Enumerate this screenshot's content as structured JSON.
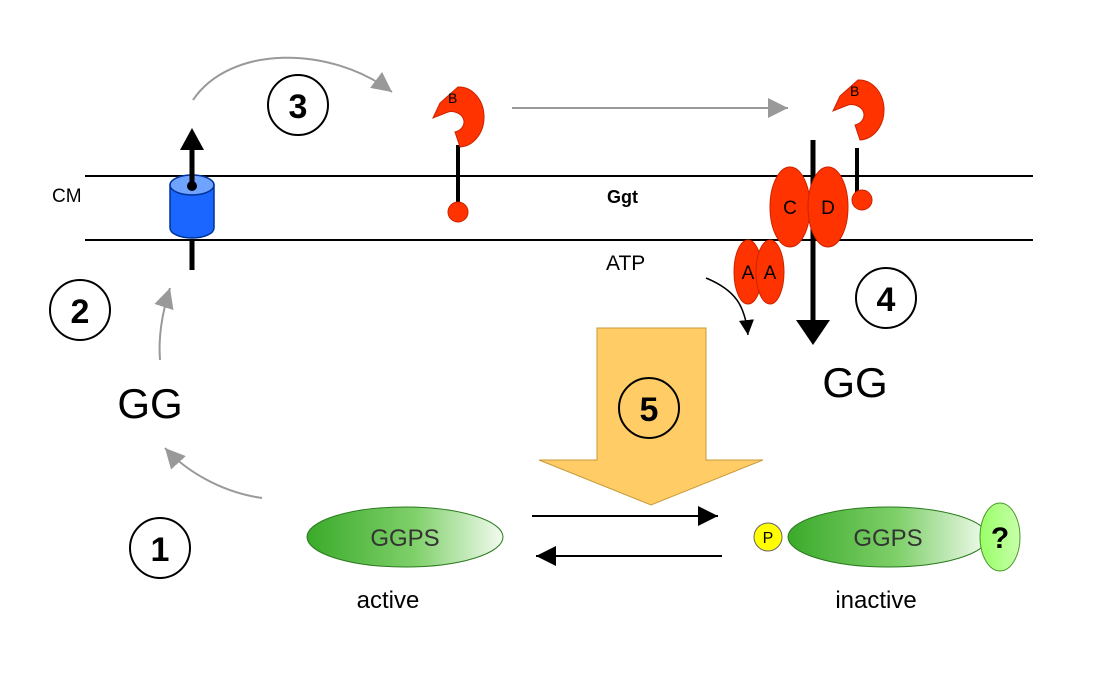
{
  "membrane_label": "CM",
  "transporter_label": "Ggt",
  "atp_label": "ATP",
  "gg_left": "GG",
  "gg_right": "GG",
  "step_numbers": [
    "1",
    "2",
    "3",
    "4",
    "5"
  ],
  "binding_protein_label": "B",
  "subunit_c": "C",
  "subunit_d": "D",
  "subunit_a": "A",
  "ggps_label": "GGPS",
  "phospho_label": "P",
  "unknown_label": "?",
  "active_label": "active",
  "inactive_label": "inactive",
  "colors": {
    "red_protein": "#ff3300",
    "blue_channel": "#1a66ff",
    "ggps_green": "#3aaa2a",
    "ggps_light": "#e6f7e0",
    "phospho_yellow": "#ffff00",
    "unknown_green": "#99ff66",
    "big_arrow": "#ffcc66",
    "gray_arrow": "#999999"
  },
  "icons": [
    "binding-protein-icon",
    "transporter-channel-icon",
    "ggps-enzyme-icon",
    "big-arrow-icon"
  ]
}
